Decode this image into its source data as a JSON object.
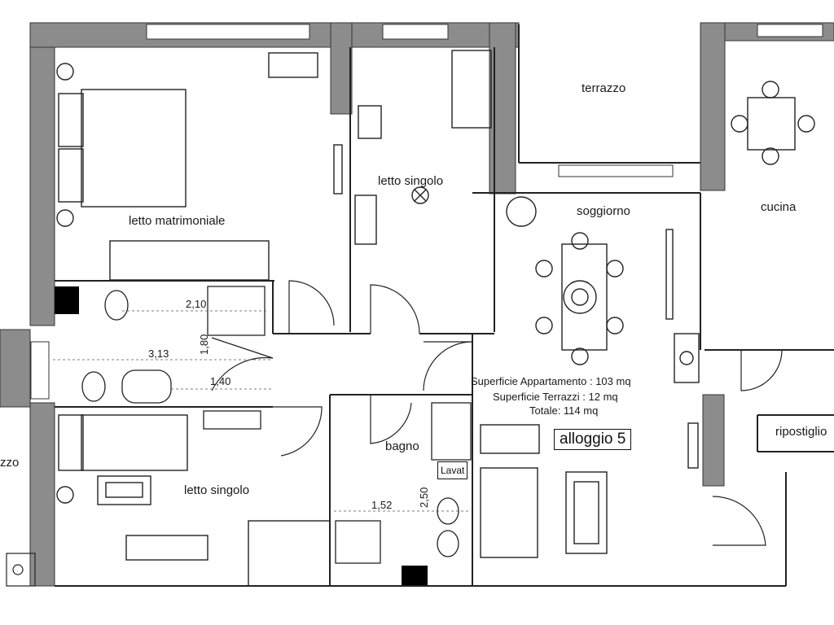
{
  "rooms": {
    "terrazzo_top": "terrazzo",
    "letto_singolo_top": "letto singolo",
    "letto_matrimoniale": "letto matrimoniale",
    "soggiorno": "soggiorno",
    "cucina": "cucina",
    "bagno": "bagno",
    "letto_singolo_bottom": "letto singolo",
    "ripostiglio": "ripostiglio",
    "terrazzo_left_fragment": "zzo"
  },
  "dimensions": {
    "d_2_10": "2,10",
    "d_1_80": "1,80",
    "d_3_13": "3,13",
    "d_1_40": "1,40",
    "d_1_52": "1,52",
    "d_2_50": "2,50"
  },
  "summary": {
    "line1": "Superficie Appartamento : 103 mq",
    "line2": "Superficie Terrazzi : 12 mq",
    "line3": "Totale: 114 mq"
  },
  "unit_label": "alloggio 5",
  "fixture_label": "Lavat",
  "colors": {
    "wall": "#8c8c8c",
    "line": "#222222",
    "pillar": "#000000"
  }
}
